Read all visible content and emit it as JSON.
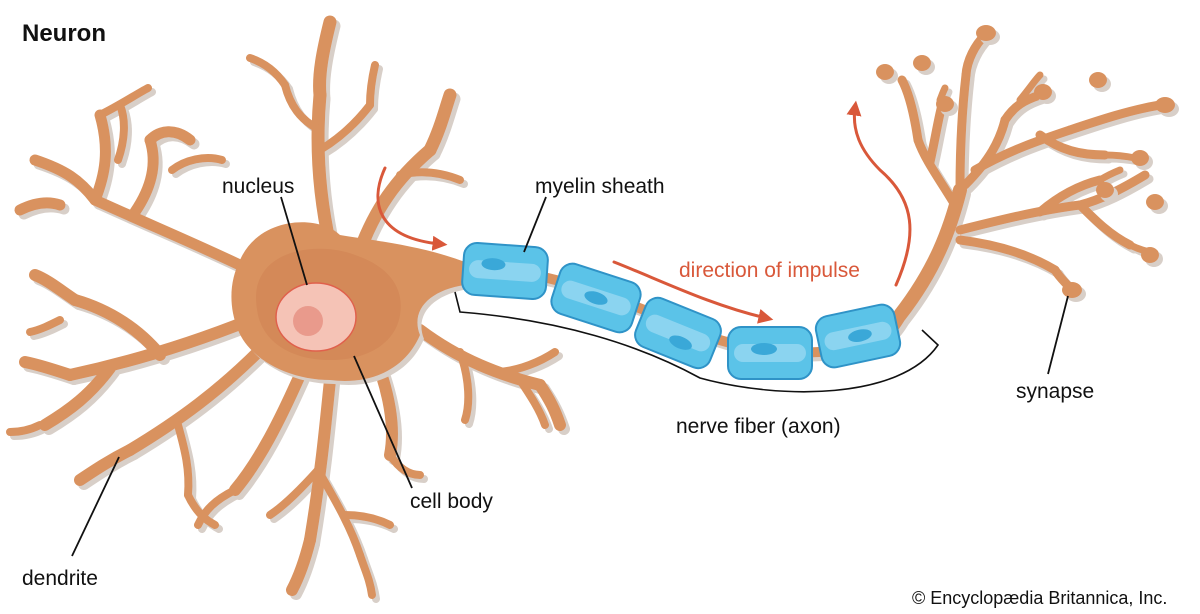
{
  "title": "Neuron",
  "labels": {
    "nucleus": "nucleus",
    "myelin_sheath": "myelin sheath",
    "direction_of_impulse": "direction of impulse",
    "cell_body": "cell body",
    "nerve_fiber": "nerve fiber (axon)",
    "synapse": "synapse",
    "dendrite": "dendrite"
  },
  "credit": "© Encyclopædia Britannica, Inc.",
  "colors": {
    "neuron_fill": "#d9925f",
    "neuron_shadow": "#d8cfc8",
    "cell_body_inner": "#cf8152",
    "nucleus_fill": "#f5c3b6",
    "nucleus_stroke": "#e0604c",
    "nucleolus_fill": "#e99a8c",
    "myelin_fill": "#5bc3e8",
    "myelin_stroke": "#2f93c7",
    "myelin_highlight": "#9fdcf3",
    "impulse": "#d9583a",
    "leader_line": "#111111"
  }
}
